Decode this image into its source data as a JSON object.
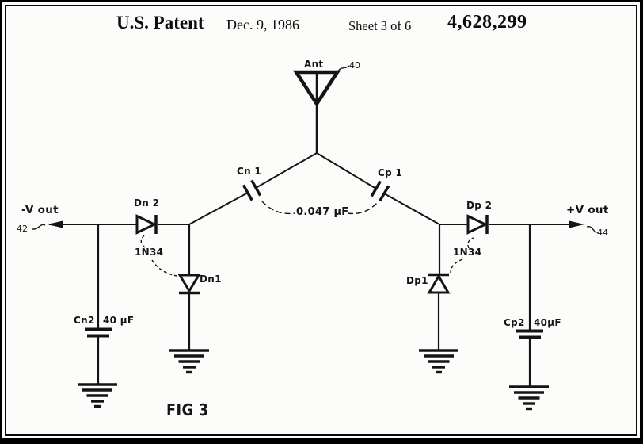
{
  "header": {
    "title": "U.S. Patent",
    "date": "Dec. 9, 1986",
    "sheet": "Sheet 3 of 6",
    "patent_number": "4,628,299"
  },
  "figure": {
    "caption": "FIG 3"
  },
  "labels": {
    "antenna": "Ant",
    "antenna_ref": "40",
    "cn1": "Cn 1",
    "cp1": "Cp 1",
    "coupling_value": "0.047 µF",
    "dn2": "Dn 2",
    "dp2": "Dp 2",
    "dn1": "Dn1",
    "dp1": "Dp1",
    "diode_type_left": "1N34",
    "diode_type_right": "1N34",
    "neg_output": "-V out",
    "pos_output": "+V out",
    "neg_output_ref": "42",
    "pos_output_ref": "44",
    "cn2": "Cn2",
    "cn2_value": "40 µF",
    "cp2": "Cp2",
    "cp2_value": "40µF"
  },
  "colors": {
    "ink": "#141414",
    "paper": "#fcfcfa"
  }
}
